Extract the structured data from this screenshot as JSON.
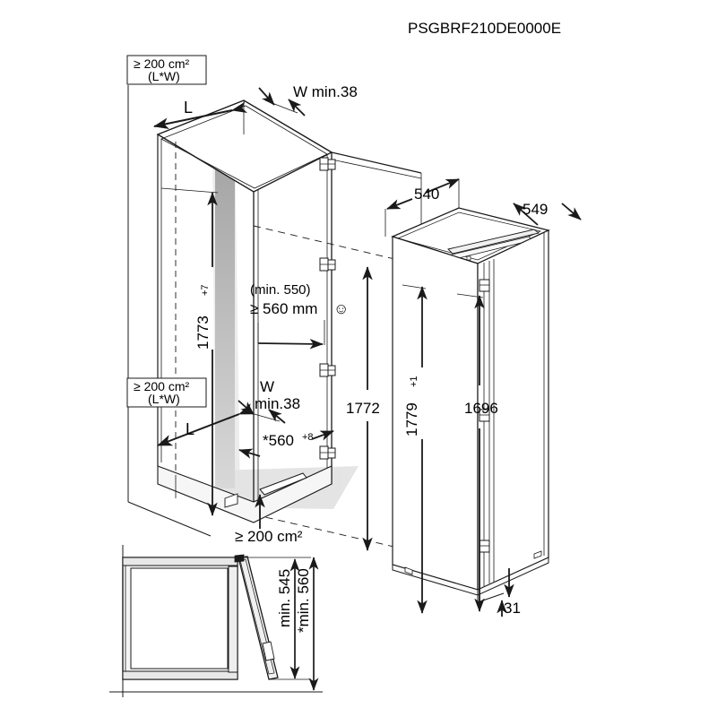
{
  "document": {
    "code": "PSGBRF210DE0000E",
    "type": "appliance-installation-dimension-drawing"
  },
  "annotations": {
    "vent_top_box_line1": "≥ 200 cm²",
    "vent_top_box_line2": "(L*W)",
    "vent_bottom_box_line1": "≥ 200 cm²",
    "vent_bottom_box_line2": "(L*W)",
    "length_label_top": "L",
    "length_label_bottom": "L",
    "width_top": "W min.38",
    "width_bottom_line1": "W",
    "width_bottom_line2": "min.38",
    "depth_note_line1": "(min. 550)",
    "depth_note_line2": "≥ 560 mm",
    "smiley": "☺",
    "niche_height": "1773",
    "niche_height_tol": "+7",
    "niche_depth": "*560",
    "niche_depth_tol": "+8",
    "niche_inner_height": "1772",
    "base_vent": "≥ 200 cm²",
    "appliance_depth": "540",
    "appliance_depth_outer": "549",
    "appliance_height": "1779",
    "appliance_height_tol": "+1",
    "door_height": "1696",
    "plinth_gap": "31",
    "plan_door_open_545": "min. 545",
    "plan_door_open_560": "*min. 560"
  },
  "colors": {
    "line": "#1a1a1a",
    "arrow_fill": "#b3b3b3",
    "shadow": "#c9c9c9",
    "panel_light": "#f4f4f4",
    "panel_mid": "#e3e3e3",
    "background": "#ffffff"
  }
}
